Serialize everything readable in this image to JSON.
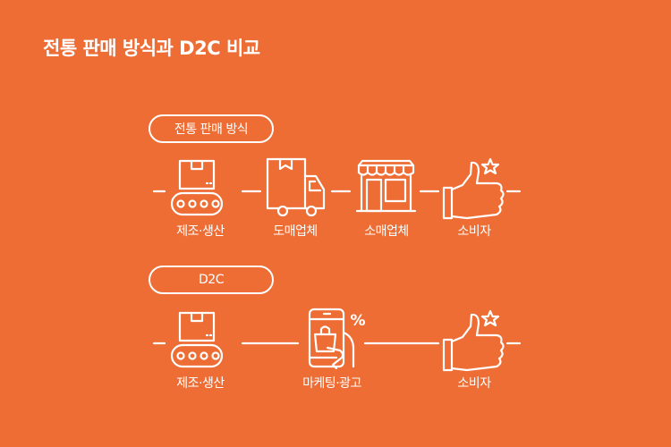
{
  "title": "전통 판매 방식과 D2C 비교",
  "traditional": {
    "heading": "전통 판매 방식",
    "steps": [
      "제조·생산",
      "도매업체",
      "소매업체",
      "소비자"
    ],
    "icons": [
      "factory-conveyor-icon",
      "delivery-truck-icon",
      "store-icon",
      "thumbs-up-star-icon"
    ]
  },
  "d2c": {
    "heading": "D2C",
    "steps": [
      "제조·생산",
      "마케팅·광고",
      "소비자"
    ],
    "icons": [
      "factory-conveyor-icon",
      "smartphone-shopping-icon",
      "thumbs-up-star-icon"
    ],
    "badge": "%"
  },
  "colors": {
    "background": "#ED6D35",
    "foreground": "#FFFFFF"
  }
}
